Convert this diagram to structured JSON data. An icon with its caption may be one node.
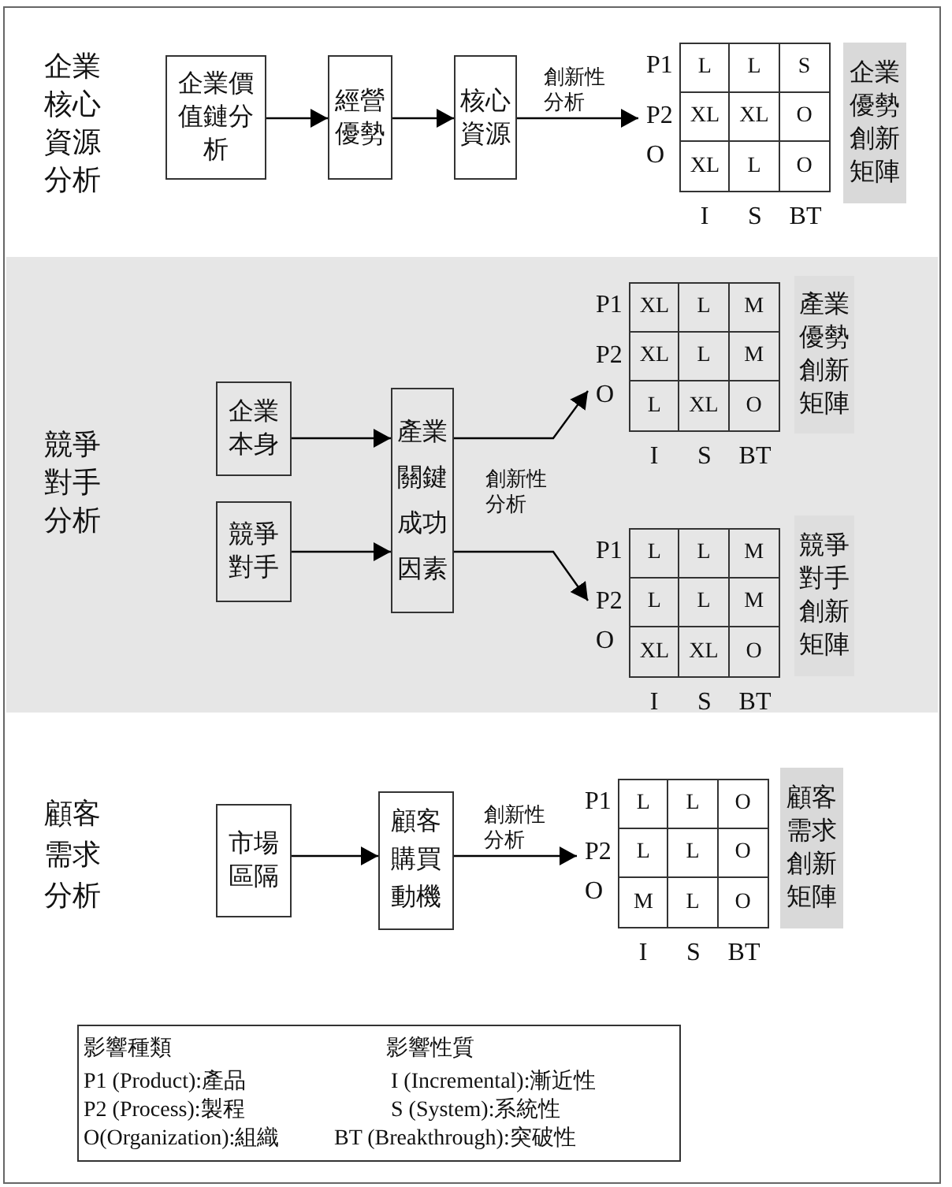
{
  "diagram": {
    "nodes": [
      {
        "text": [
          "企業價值鏈分析"
        ]
      },
      {
        "text": [
          "經營優勢"
        ]
      },
      {
        "text": [
          "核心資源"
        ]
      },
      {
        "text": [
          "L",
          "L",
          "S",
          "XL",
          "XL",
          "O",
          "XL",
          "L",
          "O"
        ],
        "beside": [
          "P1",
          "P2",
          "O",
          "I",
          "S",
          "BT"
        ]
      },
      {
        "text": [
          "企業優勢創新矩陣"
        ]
      },
      {
        "text": [
          "競爭對手分析"
        ]
      },
      {
        "text": [
          "企業本身"
        ],
        "in": 5
      },
      {
        "text": [
          "競爭對手"
        ],
        "in": 5
      },
      {
        "text": [
          "產業關鍵成功因素"
        ],
        "in": 5
      },
      {
        "text": [
          "XL",
          "L",
          "M",
          "XL",
          "L",
          "M",
          "L",
          "XL",
          "O"
        ],
        "beside": [
          "P1",
          "P2",
          "O",
          "I",
          "S",
          "BT"
        ],
        "in": 5
      },
      {
        "text": [
          "產業優勢創新矩陣"
        ],
        "in": 5
      },
      {
        "text": [
          "L",
          "L",
          "M",
          "L",
          "L",
          "M",
          "XL",
          "XL",
          "O"
        ],
        "beside": [
          "P1",
          "P2",
          "O",
          "I",
          "S",
          "BT"
        ],
        "in": 5
      },
      {
        "text": [
          "競爭對手創新矩陣"
        ],
        "in": 5
      },
      {
        "text": [
          "市場區隔"
        ]
      },
      {
        "text": [
          "顧客購買動機"
        ]
      },
      {
        "text": [
          "L",
          "L",
          "O",
          "L",
          "L",
          "O",
          "M",
          "L",
          "O"
        ],
        "beside": [
          "P1",
          "P2",
          "O",
          "I",
          "S",
          "BT"
        ]
      },
      {
        "text": [
          "顧客需求創新矩陣"
        ]
      },
      {
        "text": [
          "影響種類",
          "影響性質",
          "P1 (Product):產品",
          "I (Incremental):漸近性",
          "P2 (Process):製程",
          "S (System):系統性",
          "O(Organization):組織",
          "BT (Breakthrough):突破性"
        ]
      }
    ],
    "edges": [
      {
        "from": 0,
        "to": 1,
        "arrow": "to"
      },
      {
        "from": 1,
        "to": 2,
        "arrow": "to"
      },
      {
        "from": 2,
        "to": 3,
        "arrow": "to",
        "label": "創新性分析"
      },
      {
        "from": 6,
        "to": 8,
        "arrow": "to"
      },
      {
        "from": 7,
        "to": 8,
        "arrow": "to"
      },
      {
        "from": 8,
        "to": 9,
        "arrow": "to"
      },
      {
        "from": 8,
        "to": 11,
        "arrow": "to"
      },
      {
        "from": 13,
        "to": 14,
        "arrow": "to"
      },
      {
        "from": 14,
        "to": 15,
        "arrow": "to",
        "label": "創新性分析"
      }
    ],
    "labels": [
      "企業核心資源分析",
      "創新性分析",
      "顧客需求分析"
    ]
  }
}
